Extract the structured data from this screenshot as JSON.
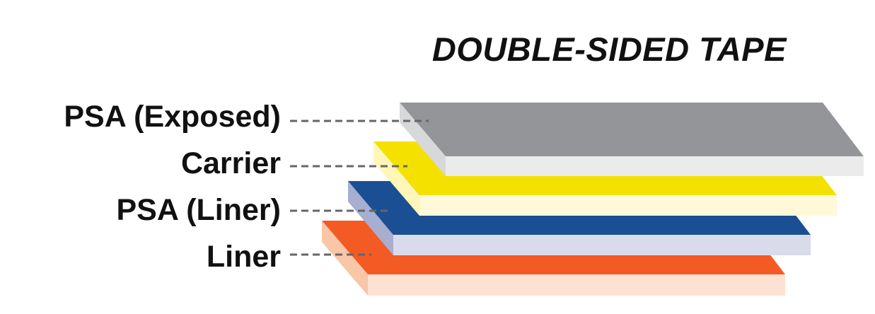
{
  "title": "DOUBLE-SIDED TAPE",
  "layers": [
    {
      "key": "psa-exposed",
      "label": "PSA (Exposed)",
      "top_color": "#949599",
      "front_color": "#ebebeb",
      "side_color": "#d7d8da"
    },
    {
      "key": "carrier",
      "label": "Carrier",
      "top_color": "#f5e100",
      "front_color": "#fff9d8",
      "side_color": "#fff6b8"
    },
    {
      "key": "psa-liner",
      "label": "PSA (Liner)",
      "top_color": "#1b4f93",
      "front_color": "#d9dbea",
      "side_color": "#a7aed0"
    },
    {
      "key": "liner",
      "label": "Liner",
      "top_color": "#f45a24",
      "front_color": "#fde1d2",
      "side_color": "#f9c6a8"
    }
  ],
  "leader_color": "#666666"
}
